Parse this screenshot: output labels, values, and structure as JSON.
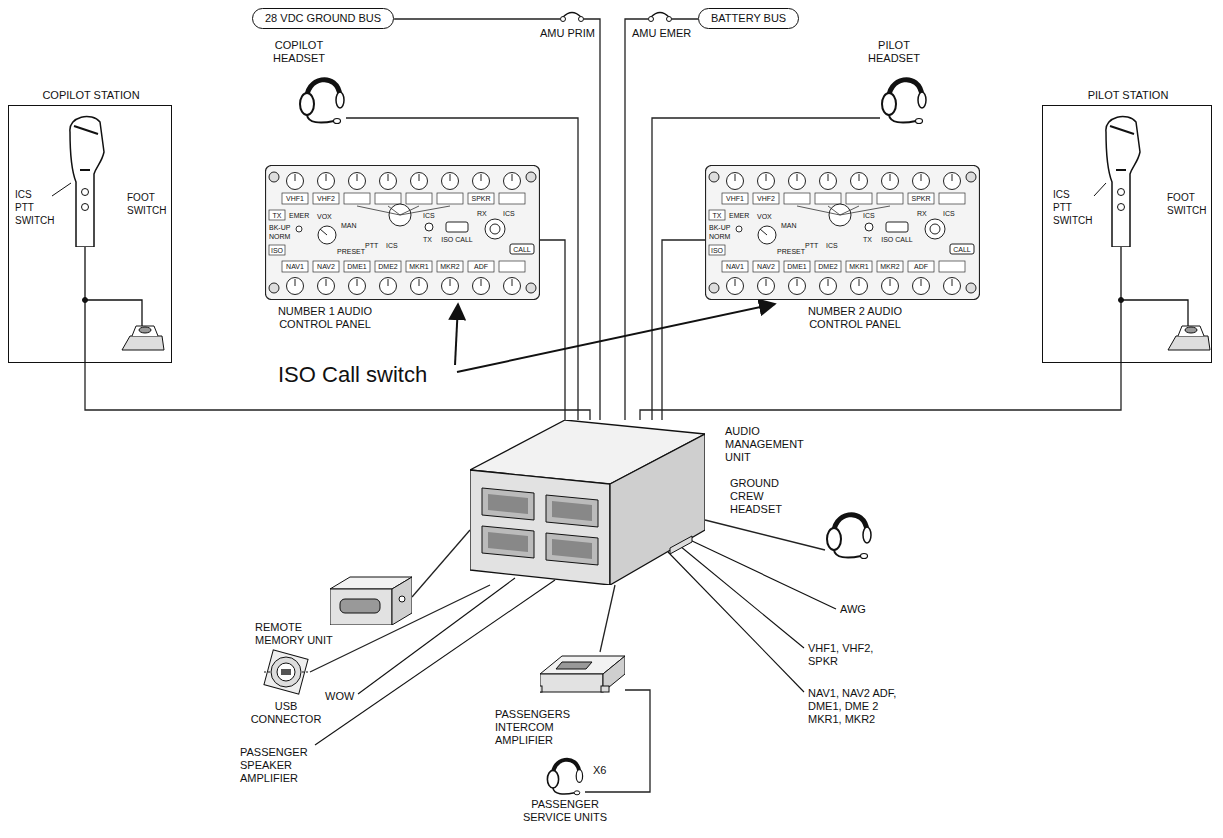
{
  "diagram": {
    "nodes": [
      {
        "text": [
          "28 VDC GROUND BUS"
        ]
      },
      {
        "text": [
          "BATTERY BUS"
        ]
      },
      {
        "text": [
          "COPILOT STATION",
          "ICS PTT SWITCH",
          "FOOT SWITCH"
        ]
      },
      {
        "text": [
          "COPILOT HEADSET"
        ]
      },
      {
        "text": [
          "PILOT HEADSET"
        ]
      },
      {
        "text": [
          "PILOT STATION",
          "ICS PTT SWITCH",
          "FOOT SWITCH"
        ]
      },
      {
        "text": [
          "NUMBER 1 AUDIO CONTROL PANEL",
          "VHF1",
          "VHF2",
          "SPKR",
          "TX",
          "EMER",
          "BK-UP",
          "NORM",
          "ISO",
          "VOX",
          "MAN",
          "PRESET",
          "PTT",
          "ICS",
          "ICS",
          "TX",
          "ISO CALL",
          "RX",
          "ICS",
          "CALL",
          "NAV1",
          "NAV2",
          "DME1",
          "DME2",
          "MKR1",
          "MKR2",
          "ADF"
        ]
      },
      {
        "text": [
          "NUMBER 2 AUDIO CONTROL PANEL",
          "VHF1",
          "VHF2",
          "SPKR",
          "TX",
          "EMER",
          "BK-UP",
          "NORM",
          "ISO",
          "VOX",
          "MAN",
          "PRESET",
          "PTT",
          "ICS",
          "ICS",
          "TX",
          "ISO CALL",
          "RX",
          "ICS",
          "CALL",
          "NAV1",
          "NAV2",
          "DME1",
          "DME2",
          "MKR1",
          "MKR2",
          "ADF"
        ]
      },
      {
        "text": [
          "AUDIO MANAGEMENT UNIT"
        ]
      },
      {
        "text": [
          "GROUND CREW HEADSET"
        ]
      },
      {
        "text": [
          "REMOTE MEMORY UNIT"
        ]
      },
      {
        "text": [
          "USB CONNECTOR"
        ]
      },
      {
        "text": [
          "PASSENGERS INTERCOM AMPLIFIER"
        ]
      },
      {
        "text": [
          "PASSENGER SERVICE UNITS"
        ]
      }
    ],
    "edges": [
      {
        "from": 0,
        "to": 8,
        "arrow": "none"
      },
      {
        "from": 1,
        "to": 8,
        "arrow": "none"
      },
      {
        "from": 2,
        "to": 8,
        "arrow": "none"
      },
      {
        "from": 3,
        "to": 8,
        "arrow": "none"
      },
      {
        "from": 4,
        "to": 8,
        "arrow": "none"
      },
      {
        "from": 5,
        "to": 8,
        "arrow": "none"
      },
      {
        "from": 6,
        "to": 8,
        "arrow": "none"
      },
      {
        "from": 7,
        "to": 8,
        "arrow": "none"
      },
      {
        "from": 8,
        "to": 9,
        "arrow": "none"
      },
      {
        "from": 8,
        "to": 10,
        "arrow": "none"
      },
      {
        "from": 8,
        "to": 11,
        "arrow": "none"
      },
      {
        "from": 8,
        "to": 12,
        "arrow": "none"
      },
      {
        "from": 12,
        "to": 13,
        "arrow": "none"
      }
    ],
    "labels": [
      "AMU PRIM",
      "AMU EMER",
      "ISO Call switch",
      "WOW",
      "PASSENGER SPEAKER AMPLIFIER",
      "AWG",
      "VHF1, VHF2, SPKR",
      "NAV1, NAV2 ADF, DME1, DME 2 MKR1, MKR2",
      "X6"
    ]
  }
}
